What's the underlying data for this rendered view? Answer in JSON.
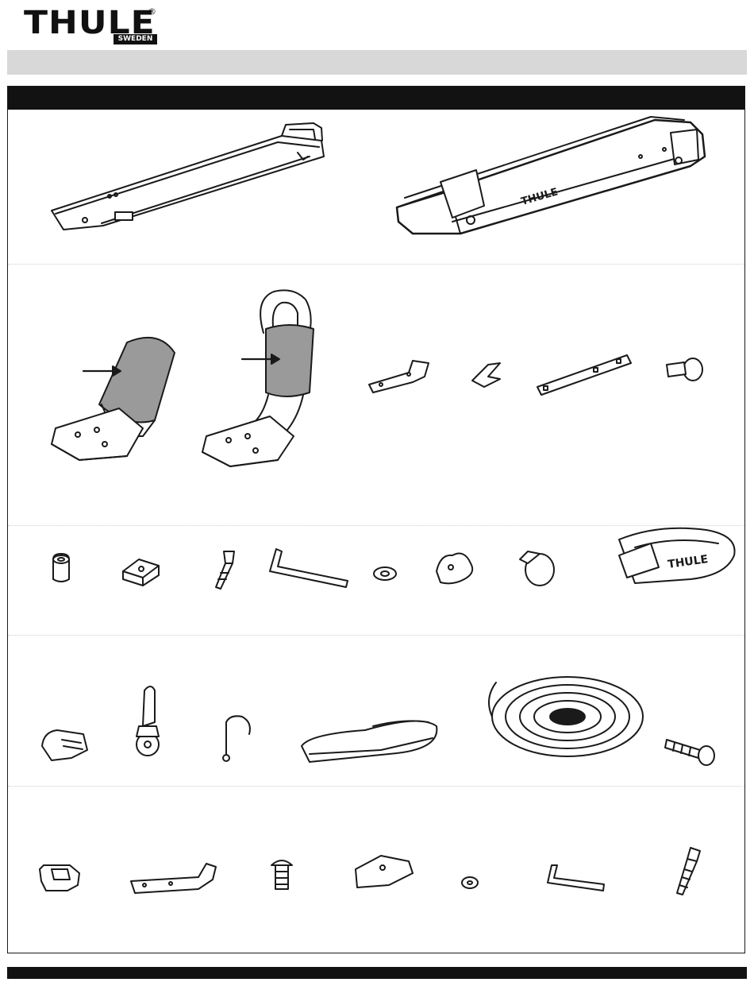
{
  "brand": {
    "logo_word": "THULE",
    "logo_country": "SWEDEN",
    "registered_mark": "®"
  },
  "colors": {
    "ink": "#1a1a1a",
    "header_band": "#121212",
    "grey_band": "#d8d8d8",
    "pad_fill": "#9a9a9a"
  },
  "parts": {
    "load_arm_label": "THULE",
    "strap_print": "THULE"
  }
}
